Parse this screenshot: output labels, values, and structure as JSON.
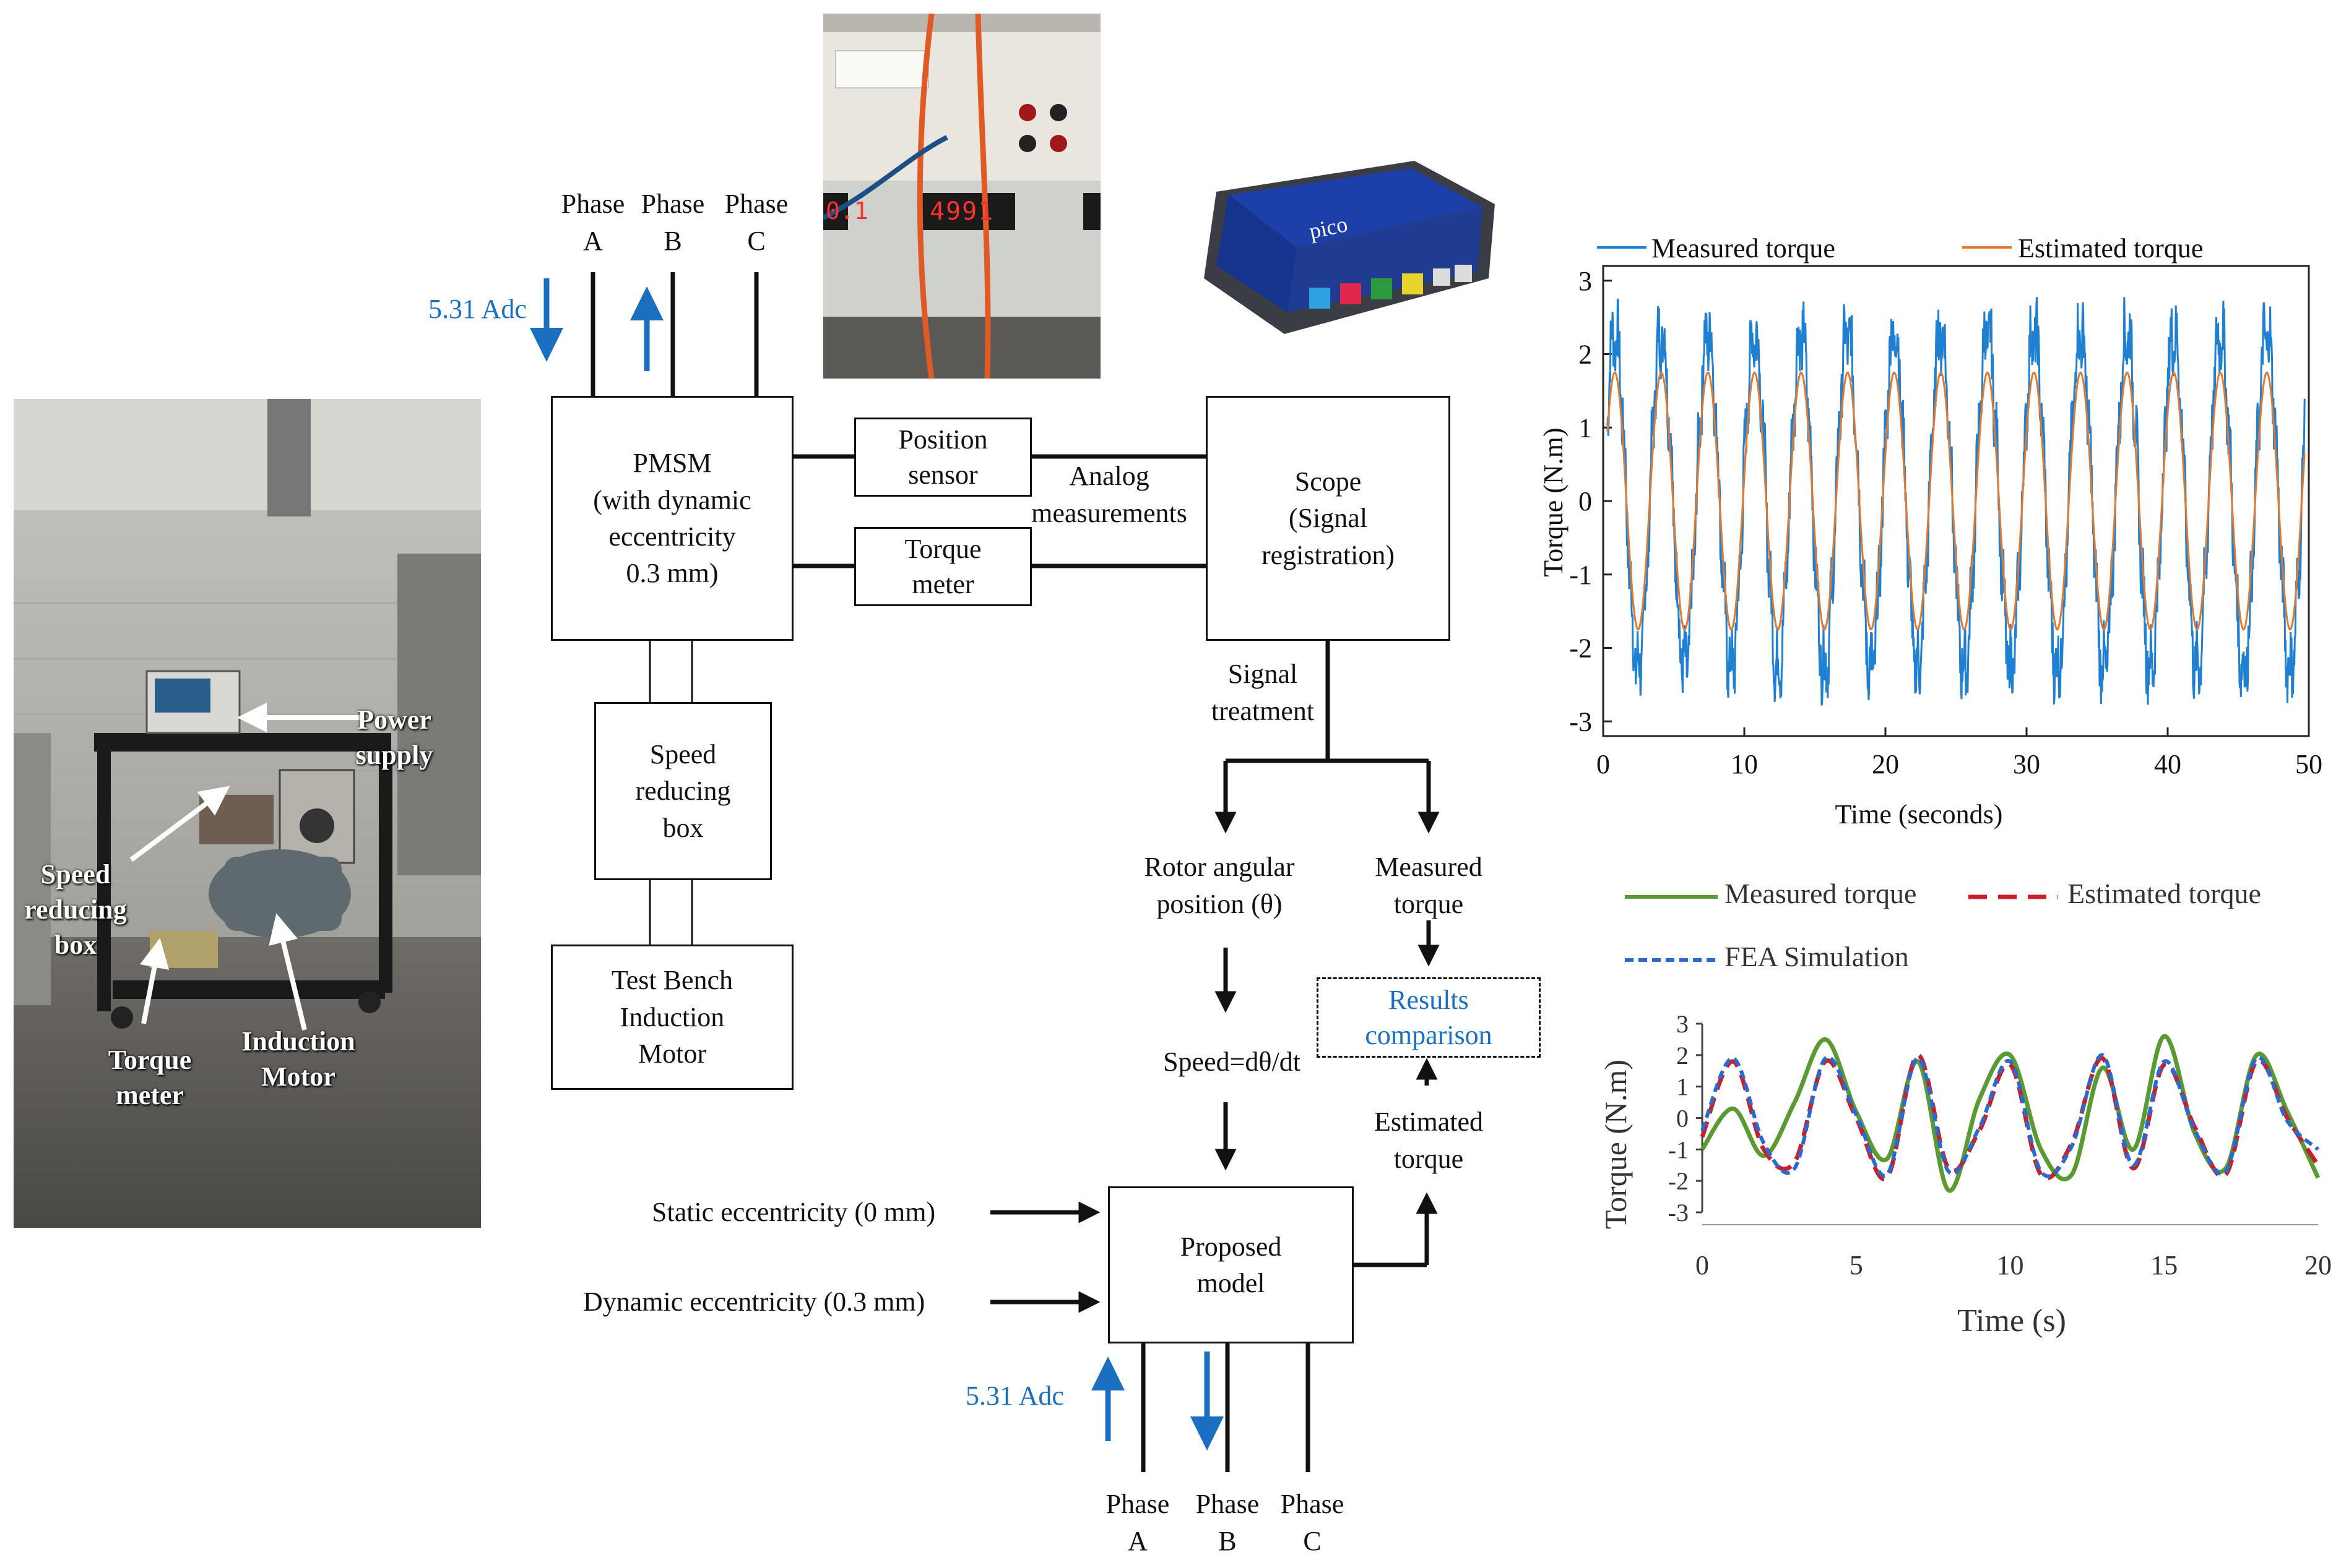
{
  "photo_bench": {
    "power_supply": "Power supply",
    "speed_box": "Speed reducing box",
    "torque_meter": "Torque meter",
    "induction_motor": "Induction Motor"
  },
  "photo_meter": {
    "display1": "0.1",
    "display2": "4991"
  },
  "scope_device": {
    "brand": "pico"
  },
  "top_phases": {
    "a_line1": "Phase",
    "a_line2": "A",
    "b_line1": "Phase",
    "b_line2": "B",
    "c_line1": "Phase",
    "c_line2": "C",
    "current": "5.31 Adc"
  },
  "bottom_phases": {
    "a_line1": "Phase",
    "a_line2": "A",
    "b_line1": "Phase",
    "b_line2": "B",
    "c_line1": "Phase",
    "c_line2": "C",
    "current": "5.31 Adc"
  },
  "blocks": {
    "pmsm": [
      "PMSM",
      "(with dynamic",
      "eccentricity",
      "0.3 mm)"
    ],
    "position_sensor": [
      "Position",
      "sensor"
    ],
    "torque_meter": [
      "Torque",
      "meter"
    ],
    "scope": [
      "Scope",
      "(Signal",
      "registration)"
    ],
    "speed_box": [
      "Speed",
      "reducing",
      "box"
    ],
    "test_bench": [
      "Test Bench",
      "Induction",
      "Motor"
    ],
    "proposed_model": [
      "Proposed",
      "model"
    ],
    "results": [
      "Results",
      "comparison"
    ]
  },
  "labels": {
    "analog": [
      "Analog",
      "measurements"
    ],
    "signal_treatment": [
      "Signal",
      "treatment"
    ],
    "rotor_position": [
      "Rotor angular",
      "position (θ)"
    ],
    "measured_torque": [
      "Measured",
      "torque"
    ],
    "speed": "Speed=dθ/dt",
    "estimated_torque": [
      "Estimated",
      "torque"
    ],
    "static_ecc": "Static eccentricity (0 mm)",
    "dynamic_ecc": "Dynamic eccentricity (0.3 mm)"
  },
  "colors": {
    "accent_blue": "#1a6fc0",
    "measured_blue": "#1f7fd0",
    "estimated_orange": "#e07a30",
    "measured_green": "#5a9a32",
    "estimated_red": "#c8202a",
    "fea_blue": "#2a6ad0"
  },
  "chart_data": [
    {
      "type": "line",
      "title": "",
      "xlabel": "Time (seconds)",
      "ylabel": "Torque (N.m)",
      "xlim": [
        0,
        50
      ],
      "ylim": [
        -3.2,
        3.2
      ],
      "xticks": [
        0,
        10,
        20,
        30,
        40,
        50
      ],
      "yticks": [
        -3,
        -2,
        -1,
        0,
        1,
        2,
        3
      ],
      "legend_position": "top",
      "series": [
        {
          "name": "Measured torque",
          "amplitude_approx": 2.9,
          "period_approx": 3.3
        },
        {
          "name": "Estimated torque",
          "amplitude_approx": 1.75,
          "period_approx": 3.3
        }
      ]
    },
    {
      "type": "line",
      "title": "",
      "xlabel": "Time (s)",
      "ylabel": "Torque (N.m)",
      "xlim": [
        0,
        20
      ],
      "ylim": [
        -3,
        3
      ],
      "xticks": [
        0,
        5,
        10,
        15,
        20
      ],
      "yticks": [
        -3,
        -2,
        -1,
        0,
        1,
        2,
        3
      ],
      "legend_position": "top",
      "series": [
        {
          "name": "Measured torque",
          "x": [
            0,
            1,
            2,
            3,
            4,
            5,
            6,
            7,
            8,
            9,
            10,
            11,
            12,
            13,
            14,
            15,
            16,
            17,
            18,
            19,
            20
          ],
          "y": [
            -1.0,
            0.3,
            -1.2,
            0.5,
            2.5,
            0.2,
            -1.3,
            1.8,
            -2.3,
            0.6,
            2.0,
            -1.0,
            -1.8,
            1.6,
            -1.0,
            2.6,
            -0.5,
            -1.6,
            2.0,
            0.2,
            -1.9
          ]
        },
        {
          "name": "Estimated torque",
          "x": [
            0,
            1,
            2,
            3,
            4,
            5,
            6,
            7,
            8,
            9,
            10,
            11,
            12,
            13,
            14,
            15,
            16,
            17,
            18,
            19,
            20
          ],
          "y": [
            -0.6,
            1.8,
            -1.0,
            -1.4,
            1.8,
            0.0,
            -1.9,
            2.0,
            -1.6,
            -0.4,
            1.7,
            -1.8,
            -0.8,
            1.9,
            -1.6,
            1.7,
            -0.3,
            -1.8,
            1.8,
            0.0,
            -1.5
          ]
        },
        {
          "name": "FEA Simulation",
          "x": [
            0,
            1,
            2,
            3,
            4,
            5,
            6,
            7,
            8,
            9,
            10,
            11,
            12,
            13,
            14,
            15,
            16,
            17,
            18,
            19,
            20
          ],
          "y": [
            -0.4,
            1.9,
            -0.8,
            -1.6,
            1.9,
            0.1,
            -1.8,
            1.9,
            -1.7,
            -0.3,
            1.8,
            -1.7,
            -0.9,
            2.0,
            -1.5,
            1.8,
            -0.4,
            -1.7,
            1.9,
            -0.1,
            -1.0
          ]
        }
      ]
    }
  ]
}
